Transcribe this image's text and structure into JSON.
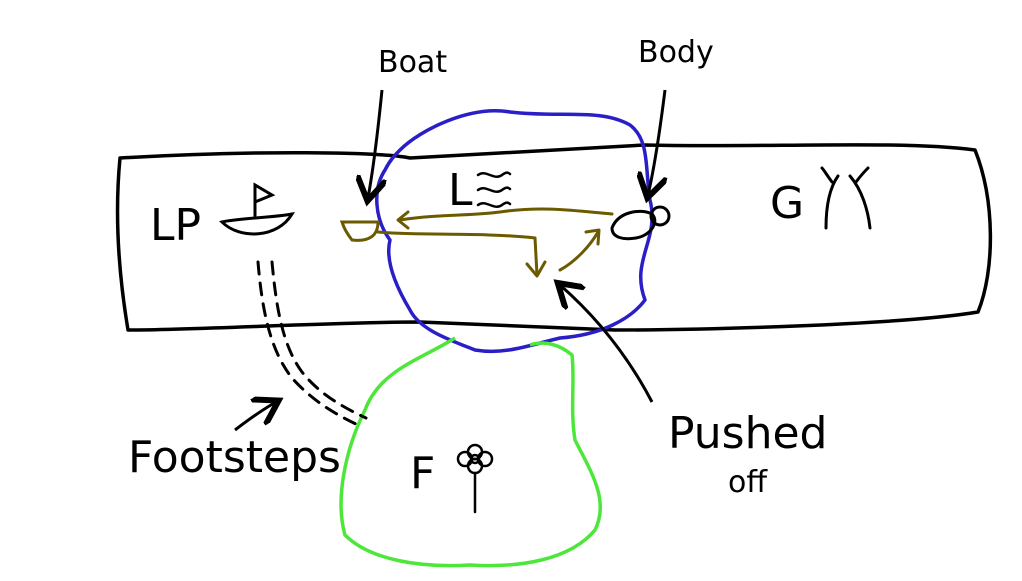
{
  "labels": {
    "boat": "Boat",
    "body": "Body",
    "lp": "LP",
    "l": "L",
    "g": "G",
    "f": "F",
    "footsteps": "Footsteps",
    "pushed": "Pushed",
    "off": "off"
  },
  "colors": {
    "ink": "#000000",
    "lake": "#2a1fc7",
    "field": "#4de63a",
    "path": "#6b5a00"
  },
  "icons": {
    "lp": "boat-icon",
    "l": "waves-icon",
    "g": "tree-icon",
    "f": "flower-icon"
  }
}
